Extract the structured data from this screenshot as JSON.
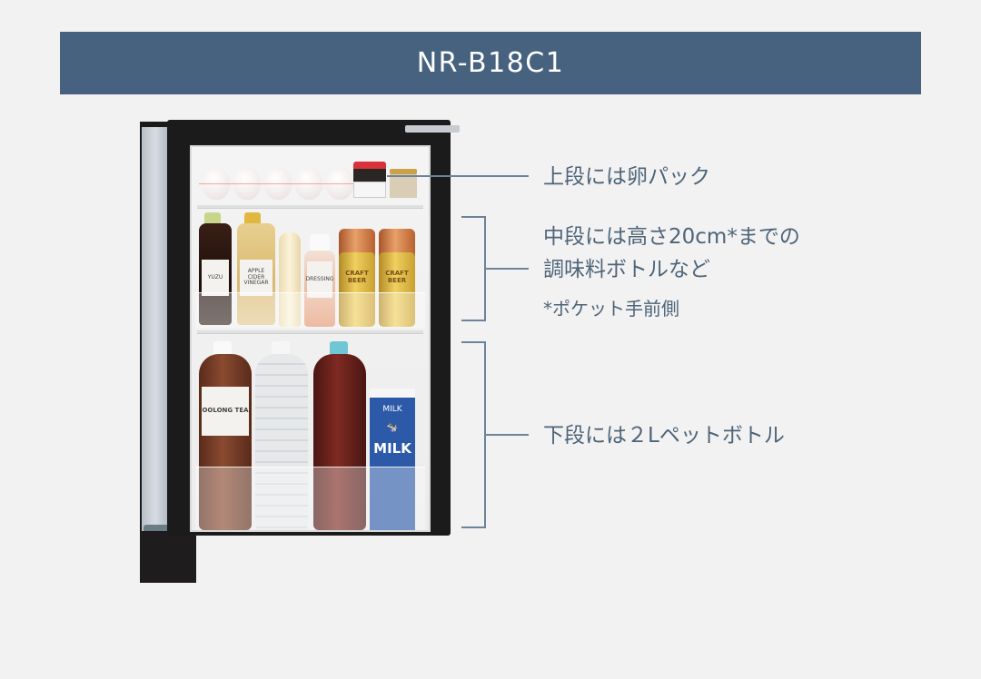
{
  "header": {
    "title": "NR-B18C1",
    "background": "#46627f"
  },
  "fridge": {
    "top_shelf": {
      "items": [
        "egg",
        "egg",
        "egg",
        "egg",
        "egg",
        "jar-red-lid",
        "jar-gold-lid"
      ]
    },
    "middle_shelf": {
      "items": [
        {
          "name": "yuzu-bottle",
          "label": "YUZU"
        },
        {
          "name": "vinegar-bottle",
          "label": "APPLE CIDER VINEGAR"
        },
        {
          "name": "mayonnaise-bottle",
          "label": ""
        },
        {
          "name": "dressing-bottle",
          "label": "DRESSING"
        },
        {
          "name": "beer-can-1",
          "label": "CRAFT BEER"
        },
        {
          "name": "beer-can-2",
          "label": "CRAFT BEER"
        }
      ]
    },
    "bottom_shelf": {
      "items": [
        {
          "name": "oolong-tea-bottle",
          "label": "OOLONG TEA"
        },
        {
          "name": "water-bottle",
          "label": ""
        },
        {
          "name": "tea-bottle",
          "label": ""
        },
        {
          "name": "milk-carton",
          "label_top": "MILK",
          "label_main": "MILK"
        }
      ]
    }
  },
  "callouts": {
    "top": {
      "text": "上段には卵パック"
    },
    "middle": {
      "line1": "中段には高さ20cm*までの",
      "line2": "調味料ボトルなど",
      "note": "*ポケット手前側"
    },
    "bottom": {
      "text": "下段には２Lペットボトル"
    }
  },
  "colors": {
    "callout_text": "#4e6478",
    "callout_line": "#6e8399",
    "background": "#f2f2f2"
  }
}
